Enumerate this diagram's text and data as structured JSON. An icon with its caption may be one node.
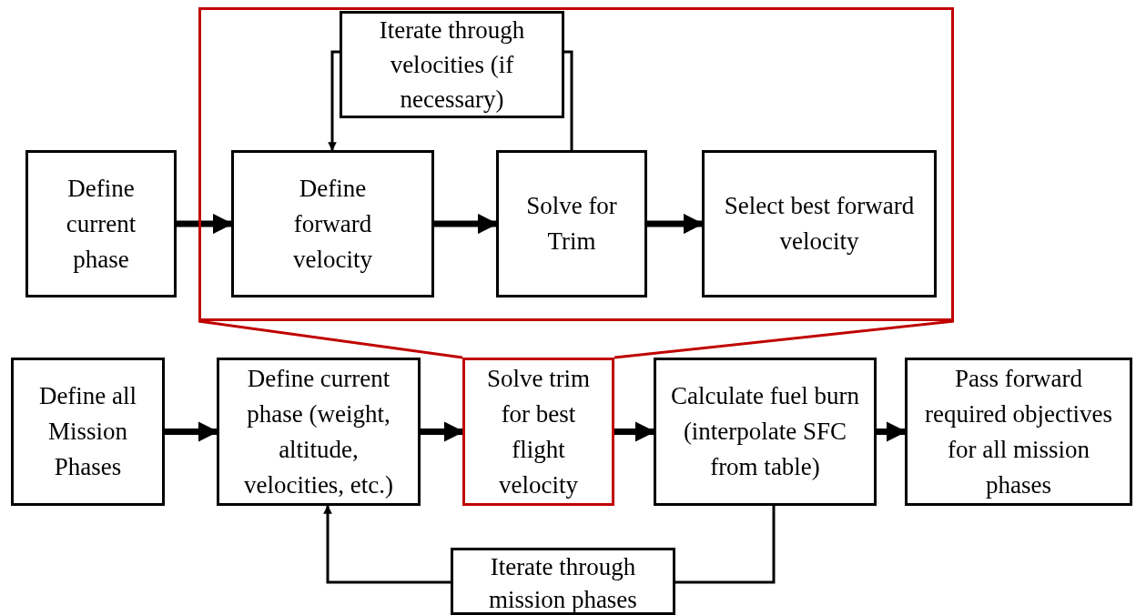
{
  "diagram": {
    "nodes": [
      {
        "text": [],
        "shape": "box"
      },
      {
        "text": [
          "Define current phase"
        ]
      },
      {
        "text": [
          "Iterate through velocities (if necessary)"
        ],
        "in": 0
      },
      {
        "text": [
          "Define forward velocity"
        ],
        "in": 0
      },
      {
        "text": [
          "Solve for Trim"
        ],
        "in": 0
      },
      {
        "text": [
          "Select best forward velocity"
        ],
        "in": 0
      },
      {
        "text": [
          "Define all Mission Phases"
        ]
      },
      {
        "text": [
          "Define current phase (weight, altitude, velocities, etc.)"
        ]
      },
      {
        "text": [
          "Solve trim for best flight velocity"
        ]
      },
      {
        "text": [
          "Calculate fuel burn (interpolate SFC from table)"
        ]
      },
      {
        "text": [
          "Pass forward required objectives for all mission phases"
        ]
      },
      {
        "text": [
          "Iterate through mission phases"
        ]
      }
    ],
    "edges": [
      {
        "from": 1,
        "to": 3,
        "arrow": "to"
      },
      {
        "from": 3,
        "to": 4,
        "arrow": "to"
      },
      {
        "from": 4,
        "to": 5,
        "arrow": "to"
      },
      {
        "from": 4,
        "to": 2,
        "arrow": "none"
      },
      {
        "from": 2,
        "to": 3,
        "arrow": "to"
      },
      {
        "from": 6,
        "to": 7,
        "arrow": "to"
      },
      {
        "from": 7,
        "to": 8,
        "arrow": "to"
      },
      {
        "from": 8,
        "to": 9,
        "arrow": "to"
      },
      {
        "from": 9,
        "to": 10,
        "arrow": "to"
      },
      {
        "from": 9,
        "to": 11,
        "arrow": "none"
      },
      {
        "from": 11,
        "to": 7,
        "arrow": "to"
      },
      {
        "from": 0,
        "to": 8,
        "arrow": "none",
        "color": "#c00000"
      },
      {
        "from": 0,
        "to": 8,
        "arrow": "none",
        "color": "#c00000"
      }
    ]
  }
}
